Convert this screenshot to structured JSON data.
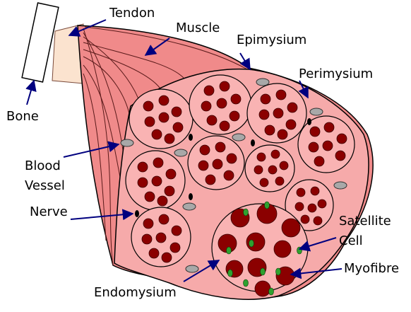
{
  "labels": {
    "tendon": "Tendon",
    "muscle": "Muscle",
    "epimysium": "Epimysium",
    "perimysium": "Perimysium",
    "bone": "Bone",
    "blood_vessel_line1": "Blood",
    "blood_vessel_line2": "Vessel",
    "nerve": "Nerve",
    "satellite_line1": "Satellite",
    "satellite_line2": "Cell",
    "myofibre": "Myofibre",
    "endomysium": "Endomysium"
  },
  "colors": {
    "muscle": "#f08a8a",
    "muscle_light": "#f6aaaa",
    "tendon": "#fbe3cf",
    "fascicle": "#f9b3b3",
    "fibre": "#8b0000",
    "satellite": "#2fa12f",
    "vessel": "#a8a8a8",
    "nerve": "#000000",
    "leader": "#00007f"
  }
}
